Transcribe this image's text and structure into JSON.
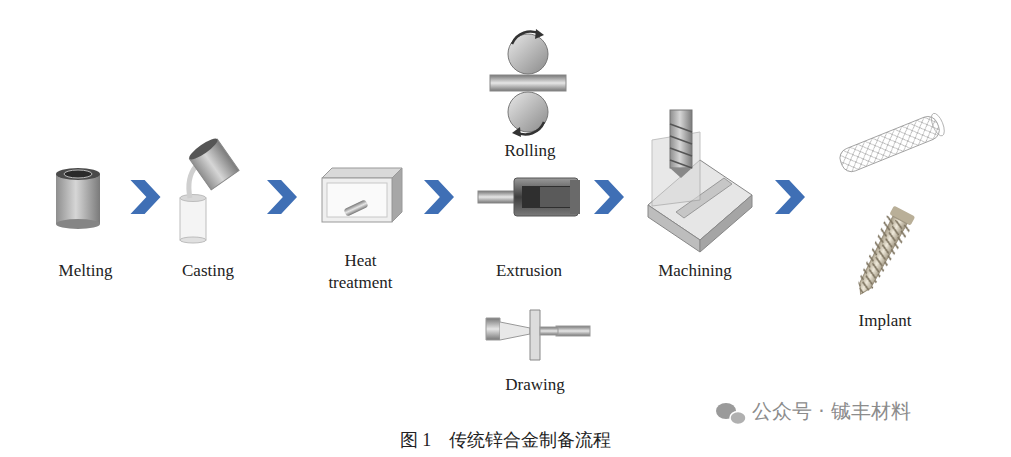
{
  "diagram": {
    "caption": "图 1　传统锌合金制备流程",
    "nodes": [
      {
        "text": [
          "Melting"
        ]
      },
      {
        "text": [
          "Casting"
        ]
      },
      {
        "text": [
          "Heat treatment"
        ]
      },
      {
        "text": [
          "Rolling"
        ]
      },
      {
        "text": [
          "Extrusion"
        ]
      },
      {
        "text": [
          "Drawing"
        ]
      },
      {
        "text": [
          "Machining"
        ]
      },
      {
        "text": [
          "Implant"
        ]
      }
    ],
    "edges": [
      {
        "from": 0,
        "to": 1,
        "arrow": "to"
      },
      {
        "from": 1,
        "to": 2,
        "arrow": "to"
      },
      {
        "from": 2,
        "to": 4,
        "arrow": "to"
      },
      {
        "from": 4,
        "to": 6,
        "arrow": "to"
      },
      {
        "from": 6,
        "to": 7,
        "arrow": "to"
      }
    ],
    "labels": [
      "公众号 · 铖丰材料"
    ]
  }
}
